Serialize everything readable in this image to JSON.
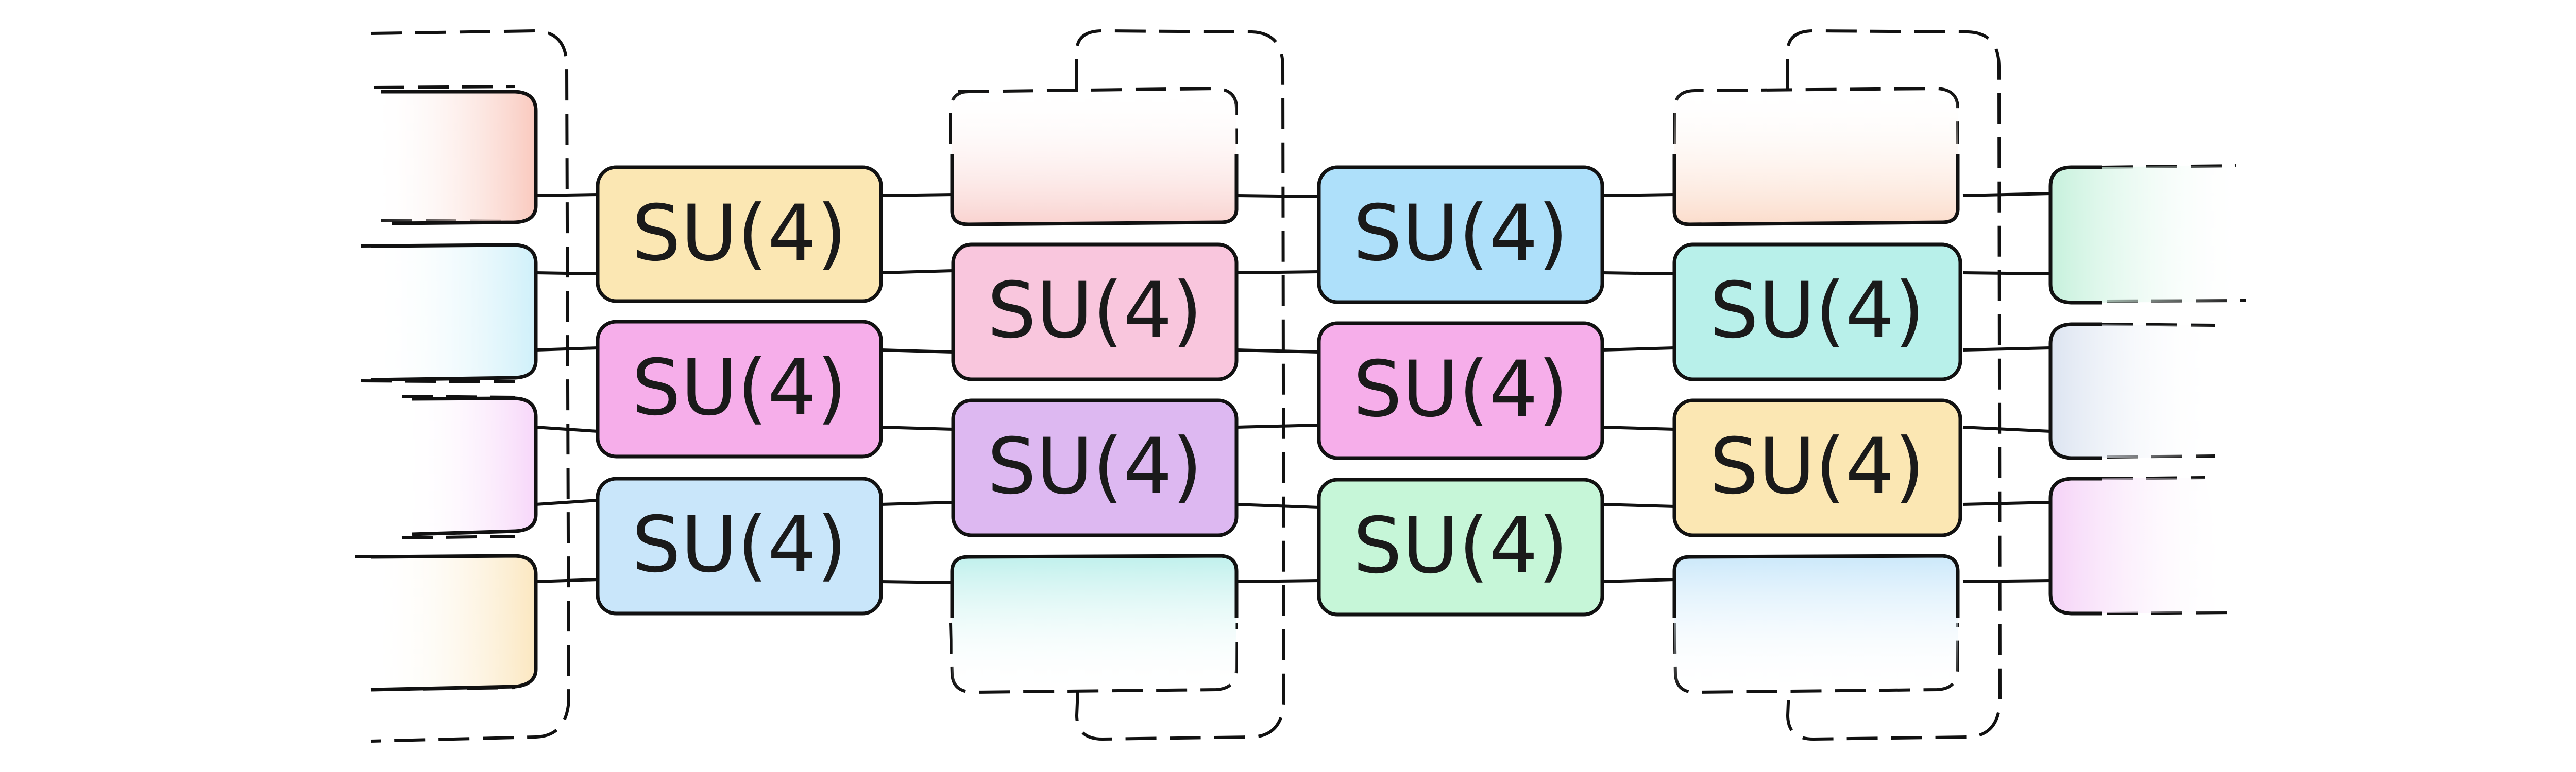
{
  "diagram": {
    "gate_label": "SU(4)",
    "columns": [
      {
        "gates": [
          {
            "label": "SU(4)",
            "color": "#FBE7B3"
          },
          {
            "label": "SU(4)",
            "color": "#F6AEEA"
          },
          {
            "label": "SU(4)",
            "color": "#C9E6FA"
          }
        ],
        "partials": [
          {
            "color": "#F9C9BE"
          },
          {
            "color": "#CFF0F9"
          },
          {
            "color": "#F7D6F9"
          },
          {
            "color": "#FBE7C0"
          }
        ]
      },
      {
        "gates": [
          {
            "label": "SU(4)",
            "color": "#F9C6DD"
          },
          {
            "label": "SU(4)",
            "color": "#DDB8F1"
          }
        ],
        "partials": [
          {
            "color": "#F9D2CF"
          },
          {
            "color": "#BFF0EC"
          }
        ]
      },
      {
        "gates": [
          {
            "label": "SU(4)",
            "color": "#AEE0FA"
          },
          {
            "label": "SU(4)",
            "color": "#F6AEEA"
          },
          {
            "label": "SU(4)",
            "color": "#C6F6D8"
          }
        ]
      },
      {
        "gates": [
          {
            "label": "SU(4)",
            "color": "#B8F0EA"
          },
          {
            "label": "SU(4)",
            "color": "#FBE7B3"
          }
        ],
        "partials": [
          {
            "color": "#FBDCCB"
          },
          {
            "color": "#CBE8FA"
          }
        ]
      },
      {
        "partials": [
          {
            "color": "#C6F1DC"
          },
          {
            "color": "#DCE4F1"
          },
          {
            "color": "#F5D2F7"
          }
        ]
      }
    ]
  }
}
